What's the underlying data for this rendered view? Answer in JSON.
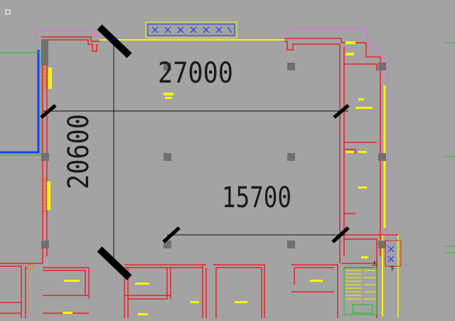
{
  "drawing": {
    "background": "#a3a3a3",
    "colors": {
      "wall": "#e8222a",
      "magenta": "#e070e0",
      "yellow": "#f6f600",
      "orange": "#f07a00",
      "blue": "#1a3cff",
      "green": "#20c020",
      "black": "#000000",
      "column": "#707070"
    },
    "dimensions": {
      "top_span": "27000",
      "left_span": "20600",
      "center_span": "15700"
    }
  }
}
